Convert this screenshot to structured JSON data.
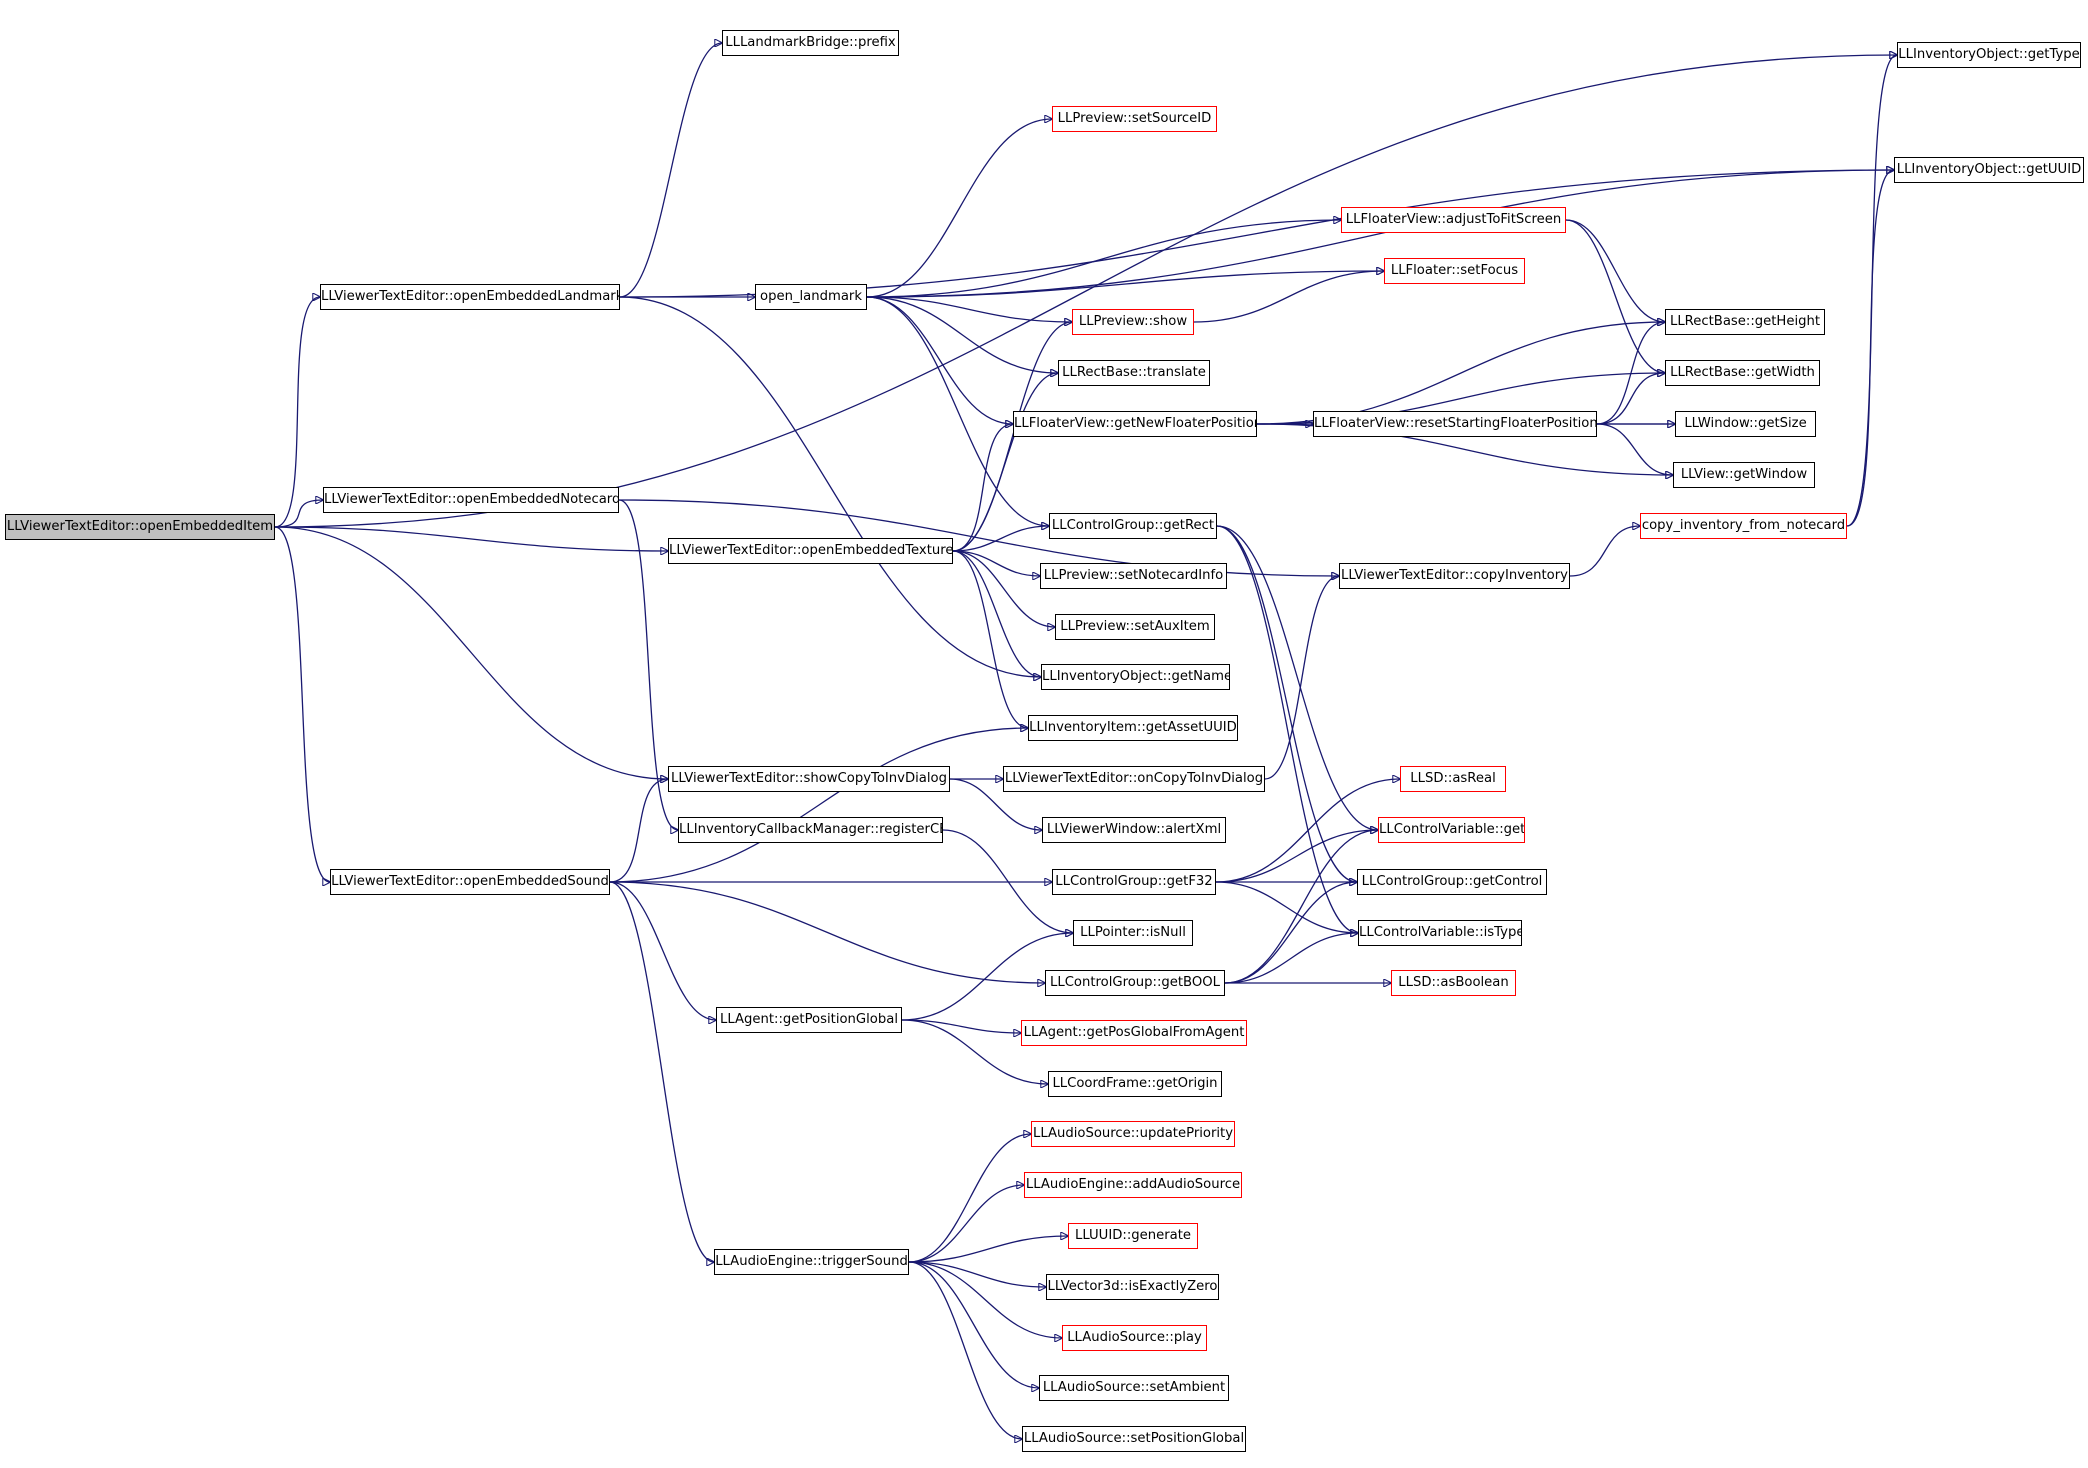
{
  "graph": {
    "nodes": [
      {
        "id": "n_root",
        "label": "LLViewerTextEditor::openEmbeddedItem",
        "style": "root"
      },
      {
        "id": "n_oel",
        "label": "LLViewerTextEditor::openEmbeddedLandmark",
        "style": "normal"
      },
      {
        "id": "n_oen",
        "label": "LLViewerTextEditor::openEmbeddedNotecard",
        "style": "normal"
      },
      {
        "id": "n_oet",
        "label": "LLViewerTextEditor::openEmbeddedTexture",
        "style": "normal"
      },
      {
        "id": "n_oes",
        "label": "LLViewerTextEditor::openEmbeddedSound",
        "style": "normal"
      },
      {
        "id": "n_scid",
        "label": "LLViewerTextEditor::showCopyToInvDialog",
        "style": "normal"
      },
      {
        "id": "n_lmbp",
        "label": "LLLandmarkBridge::prefix",
        "style": "normal"
      },
      {
        "id": "n_ol",
        "label": "open_landmark",
        "style": "normal"
      },
      {
        "id": "n_icmr",
        "label": "LLInventoryCallbackManager::registerCB",
        "style": "normal"
      },
      {
        "id": "n_aggp",
        "label": "LLAgent::getPositionGlobal",
        "style": "normal"
      },
      {
        "id": "n_aets",
        "label": "LLAudioEngine::triggerSound",
        "style": "normal"
      },
      {
        "id": "n_pssi",
        "label": "LLPreview::setSourceID",
        "style": "red"
      },
      {
        "id": "n_pshow",
        "label": "LLPreview::show",
        "style": "red"
      },
      {
        "id": "n_rbt",
        "label": "LLRectBase::translate",
        "style": "normal"
      },
      {
        "id": "n_fvgnfp",
        "label": "LLFloaterView::getNewFloaterPosition",
        "style": "normal"
      },
      {
        "id": "n_cggr",
        "label": "LLControlGroup::getRect",
        "style": "normal"
      },
      {
        "id": "n_psni",
        "label": "LLPreview::setNotecardInfo",
        "style": "normal"
      },
      {
        "id": "n_psai",
        "label": "LLPreview::setAuxItem",
        "style": "normal"
      },
      {
        "id": "n_iogn",
        "label": "LLInventoryObject::getName",
        "style": "normal"
      },
      {
        "id": "n_iigau",
        "label": "LLInventoryItem::getAssetUUID",
        "style": "normal"
      },
      {
        "id": "n_vtecd",
        "label": "LLViewerTextEditor::onCopyToInvDialog",
        "style": "normal"
      },
      {
        "id": "n_vwax",
        "label": "LLViewerWindow::alertXml",
        "style": "normal"
      },
      {
        "id": "n_cggf",
        "label": "LLControlGroup::getF32",
        "style": "normal"
      },
      {
        "id": "n_pin",
        "label": "LLPointer::isNull",
        "style": "normal"
      },
      {
        "id": "n_cggb",
        "label": "LLControlGroup::getBOOL",
        "style": "normal"
      },
      {
        "id": "n_agpgfa",
        "label": "LLAgent::getPosGlobalFromAgent",
        "style": "red"
      },
      {
        "id": "n_cfgo",
        "label": "LLCoordFrame::getOrigin",
        "style": "normal"
      },
      {
        "id": "n_asup",
        "label": "LLAudioSource::updatePriority",
        "style": "red"
      },
      {
        "id": "n_aeaas",
        "label": "LLAudioEngine::addAudioSource",
        "style": "red"
      },
      {
        "id": "n_uuidg",
        "label": "LLUUID::generate",
        "style": "red"
      },
      {
        "id": "n_v3iez",
        "label": "LLVector3d::isExactlyZero",
        "style": "normal"
      },
      {
        "id": "n_asplay",
        "label": "LLAudioSource::play",
        "style": "red"
      },
      {
        "id": "n_assa",
        "label": "LLAudioSource::setAmbient",
        "style": "normal"
      },
      {
        "id": "n_asspg",
        "label": "LLAudioSource::setPositionGlobal",
        "style": "normal"
      },
      {
        "id": "n_fvatfs",
        "label": "LLFloaterView::adjustToFitScreen",
        "style": "red"
      },
      {
        "id": "n_fsf",
        "label": "LLFloater::setFocus",
        "style": "red"
      },
      {
        "id": "n_fvrsfp",
        "label": "LLFloaterView::resetStartingFloaterPosition",
        "style": "normal"
      },
      {
        "id": "n_vteci",
        "label": "LLViewerTextEditor::copyInventory",
        "style": "normal"
      },
      {
        "id": "n_sdar",
        "label": "LLSD::asReal",
        "style": "red"
      },
      {
        "id": "n_cvget",
        "label": "LLControlVariable::get",
        "style": "red"
      },
      {
        "id": "n_cggc",
        "label": "LLControlGroup::getControl",
        "style": "normal"
      },
      {
        "id": "n_cvit",
        "label": "LLControlVariable::isType",
        "style": "normal"
      },
      {
        "id": "n_sdab",
        "label": "LLSD::asBoolean",
        "style": "red"
      },
      {
        "id": "n_rbgh",
        "label": "LLRectBase::getHeight",
        "style": "normal"
      },
      {
        "id": "n_rbgw",
        "label": "LLRectBase::getWidth",
        "style": "normal"
      },
      {
        "id": "n_wgs",
        "label": "LLWindow::getSize",
        "style": "normal"
      },
      {
        "id": "n_vgw",
        "label": "LLView::getWindow",
        "style": "normal"
      },
      {
        "id": "n_cifn",
        "label": "copy_inventory_from_notecard",
        "style": "red"
      },
      {
        "id": "n_iogt",
        "label": "LLInventoryObject::getType",
        "style": "normal"
      },
      {
        "id": "n_iogu",
        "label": "LLInventoryObject::getUUID",
        "style": "normal"
      }
    ],
    "edges": [
      [
        "n_root",
        "n_oel"
      ],
      [
        "n_root",
        "n_oen"
      ],
      [
        "n_root",
        "n_oet"
      ],
      [
        "n_root",
        "n_oes"
      ],
      [
        "n_root",
        "n_scid"
      ],
      [
        "n_root",
        "n_iogt"
      ],
      [
        "n_oel",
        "n_lmbp"
      ],
      [
        "n_oel",
        "n_ol"
      ],
      [
        "n_oel",
        "n_iogu"
      ],
      [
        "n_oel",
        "n_iogn"
      ],
      [
        "n_oen",
        "n_icmr"
      ],
      [
        "n_oen",
        "n_vteci"
      ],
      [
        "n_oet",
        "n_pshow"
      ],
      [
        "n_oet",
        "n_rbt"
      ],
      [
        "n_oet",
        "n_fvgnfp"
      ],
      [
        "n_oet",
        "n_cggr"
      ],
      [
        "n_oet",
        "n_psni"
      ],
      [
        "n_oet",
        "n_psai"
      ],
      [
        "n_oet",
        "n_iogn"
      ],
      [
        "n_oet",
        "n_iigau"
      ],
      [
        "n_oes",
        "n_scid"
      ],
      [
        "n_oes",
        "n_iigau"
      ],
      [
        "n_oes",
        "n_cggf"
      ],
      [
        "n_oes",
        "n_cggb"
      ],
      [
        "n_oes",
        "n_aggp"
      ],
      [
        "n_oes",
        "n_aets"
      ],
      [
        "n_ol",
        "n_pssi"
      ],
      [
        "n_ol",
        "n_iogu"
      ],
      [
        "n_ol",
        "n_fvatfs"
      ],
      [
        "n_ol",
        "n_fsf"
      ],
      [
        "n_ol",
        "n_pshow"
      ],
      [
        "n_ol",
        "n_rbt"
      ],
      [
        "n_ol",
        "n_fvgnfp"
      ],
      [
        "n_ol",
        "n_cggr"
      ],
      [
        "n_scid",
        "n_vtecd"
      ],
      [
        "n_scid",
        "n_vwax"
      ],
      [
        "n_icmr",
        "n_pin"
      ],
      [
        "n_aggp",
        "n_pin"
      ],
      [
        "n_aggp",
        "n_agpgfa"
      ],
      [
        "n_aggp",
        "n_cfgo"
      ],
      [
        "n_aets",
        "n_asup"
      ],
      [
        "n_aets",
        "n_aeaas"
      ],
      [
        "n_aets",
        "n_uuidg"
      ],
      [
        "n_aets",
        "n_v3iez"
      ],
      [
        "n_aets",
        "n_asplay"
      ],
      [
        "n_aets",
        "n_assa"
      ],
      [
        "n_aets",
        "n_asspg"
      ],
      [
        "n_pshow",
        "n_fsf"
      ],
      [
        "n_fvgnfp",
        "n_fvrsfp"
      ],
      [
        "n_fvgnfp",
        "n_rbgh"
      ],
      [
        "n_fvgnfp",
        "n_rbgw"
      ],
      [
        "n_fvgnfp",
        "n_wgs"
      ],
      [
        "n_fvgnfp",
        "n_vgw"
      ],
      [
        "n_cggr",
        "n_cvget"
      ],
      [
        "n_cggr",
        "n_cggc"
      ],
      [
        "n_cggr",
        "n_cvit"
      ],
      [
        "n_vtecd",
        "n_vteci"
      ],
      [
        "n_cggf",
        "n_sdar"
      ],
      [
        "n_cggf",
        "n_cvget"
      ],
      [
        "n_cggf",
        "n_cggc"
      ],
      [
        "n_cggf",
        "n_cvit"
      ],
      [
        "n_cggb",
        "n_cvget"
      ],
      [
        "n_cggb",
        "n_cggc"
      ],
      [
        "n_cggb",
        "n_cvit"
      ],
      [
        "n_cggb",
        "n_sdab"
      ],
      [
        "n_fvatfs",
        "n_rbgh"
      ],
      [
        "n_fvatfs",
        "n_rbgw"
      ],
      [
        "n_fvrsfp",
        "n_rbgh"
      ],
      [
        "n_fvrsfp",
        "n_rbgw"
      ],
      [
        "n_fvrsfp",
        "n_wgs"
      ],
      [
        "n_fvrsfp",
        "n_vgw"
      ],
      [
        "n_vteci",
        "n_cifn"
      ],
      [
        "n_cifn",
        "n_iogt"
      ],
      [
        "n_cifn",
        "n_iogu"
      ]
    ]
  }
}
